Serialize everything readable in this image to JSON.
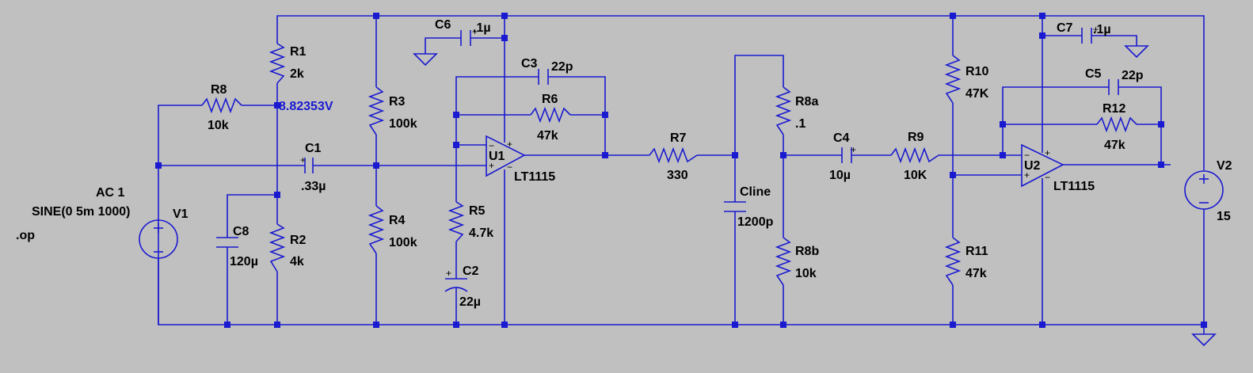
{
  "colors": {
    "background": "#c0c0c0",
    "wire": "#1a1ad0",
    "text": "#000000",
    "net_label": "#1a1ad0"
  },
  "directive": ".op",
  "net_voltage": "8.82353V",
  "sources": {
    "v1": {
      "name": "V1",
      "spec_ac": "AC 1",
      "spec_sine": "SINE(0 5m 1000)"
    },
    "v2": {
      "name": "V2",
      "value": "15"
    }
  },
  "resistors": {
    "r1": {
      "name": "R1",
      "value": "2k"
    },
    "r2": {
      "name": "R2",
      "value": "4k"
    },
    "r3": {
      "name": "R3",
      "value": "100k"
    },
    "r4": {
      "name": "R4",
      "value": "100k"
    },
    "r5": {
      "name": "R5",
      "value": "4.7k"
    },
    "r6": {
      "name": "R6",
      "value": "47k"
    },
    "r7": {
      "name": "R7",
      "value": "330"
    },
    "r8": {
      "name": "R8",
      "value": "10k"
    },
    "r8a": {
      "name": "R8a",
      "value": ".1"
    },
    "r8b": {
      "name": "R8b",
      "value": "10k"
    },
    "r9": {
      "name": "R9",
      "value": "10K"
    },
    "r10": {
      "name": "R10",
      "value": "47K"
    },
    "r11": {
      "name": "R11",
      "value": "47k"
    },
    "r12": {
      "name": "R12",
      "value": "47k"
    }
  },
  "capacitors": {
    "c1": {
      "name": "C1",
      "value": ".33µ"
    },
    "c2": {
      "name": "C2",
      "value": "22µ"
    },
    "c3": {
      "name": "C3",
      "value": "22p"
    },
    "c4": {
      "name": "C4",
      "value": "10µ"
    },
    "c5": {
      "name": "C5",
      "value": "22p"
    },
    "c6": {
      "name": "C6",
      "value": ".1µ"
    },
    "c7": {
      "name": "C7",
      "value": ".1µ"
    },
    "c8": {
      "name": "C8",
      "value": "120µ"
    },
    "cline": {
      "name": "Cline",
      "value": "1200p"
    }
  },
  "opamps": {
    "u1": {
      "name": "U1",
      "model": "LT1115"
    },
    "u2": {
      "name": "U2",
      "model": "LT1115"
    }
  },
  "polarity": {
    "plus": "+",
    "minus": "−"
  }
}
